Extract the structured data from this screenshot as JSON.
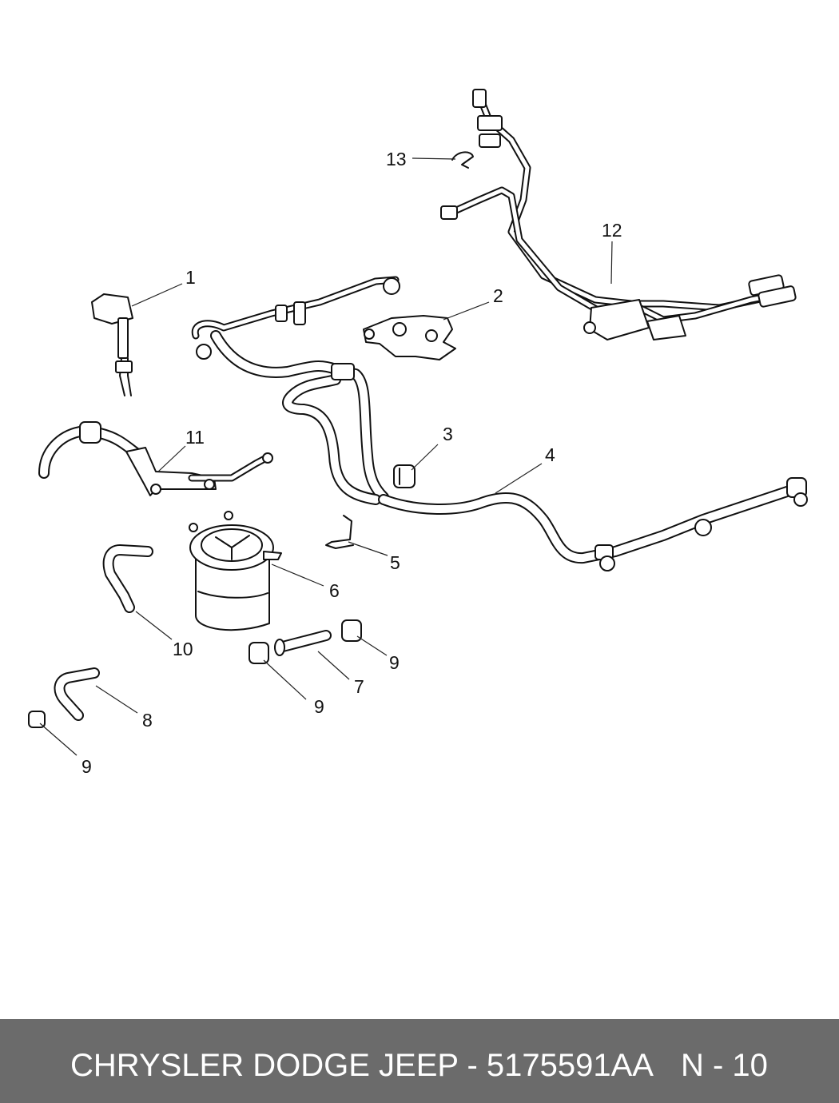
{
  "callouts": {
    "c1": "1",
    "c2": "2",
    "c3": "3",
    "c4": "4",
    "c5": "5",
    "c6": "6",
    "c7": "7",
    "c8": "8",
    "c9a": "9",
    "c9b": "9",
    "c9c": "9",
    "c10": "10",
    "c11": "11",
    "c12": "12",
    "c13": "13"
  },
  "footer": {
    "title": "CHRYSLER DODGE JEEP - 5175591AA",
    "page": "N - 10"
  },
  "colors": {
    "footer_background": "#6b6b6b",
    "footer_text": "#ffffff",
    "line_art": "#111111"
  }
}
